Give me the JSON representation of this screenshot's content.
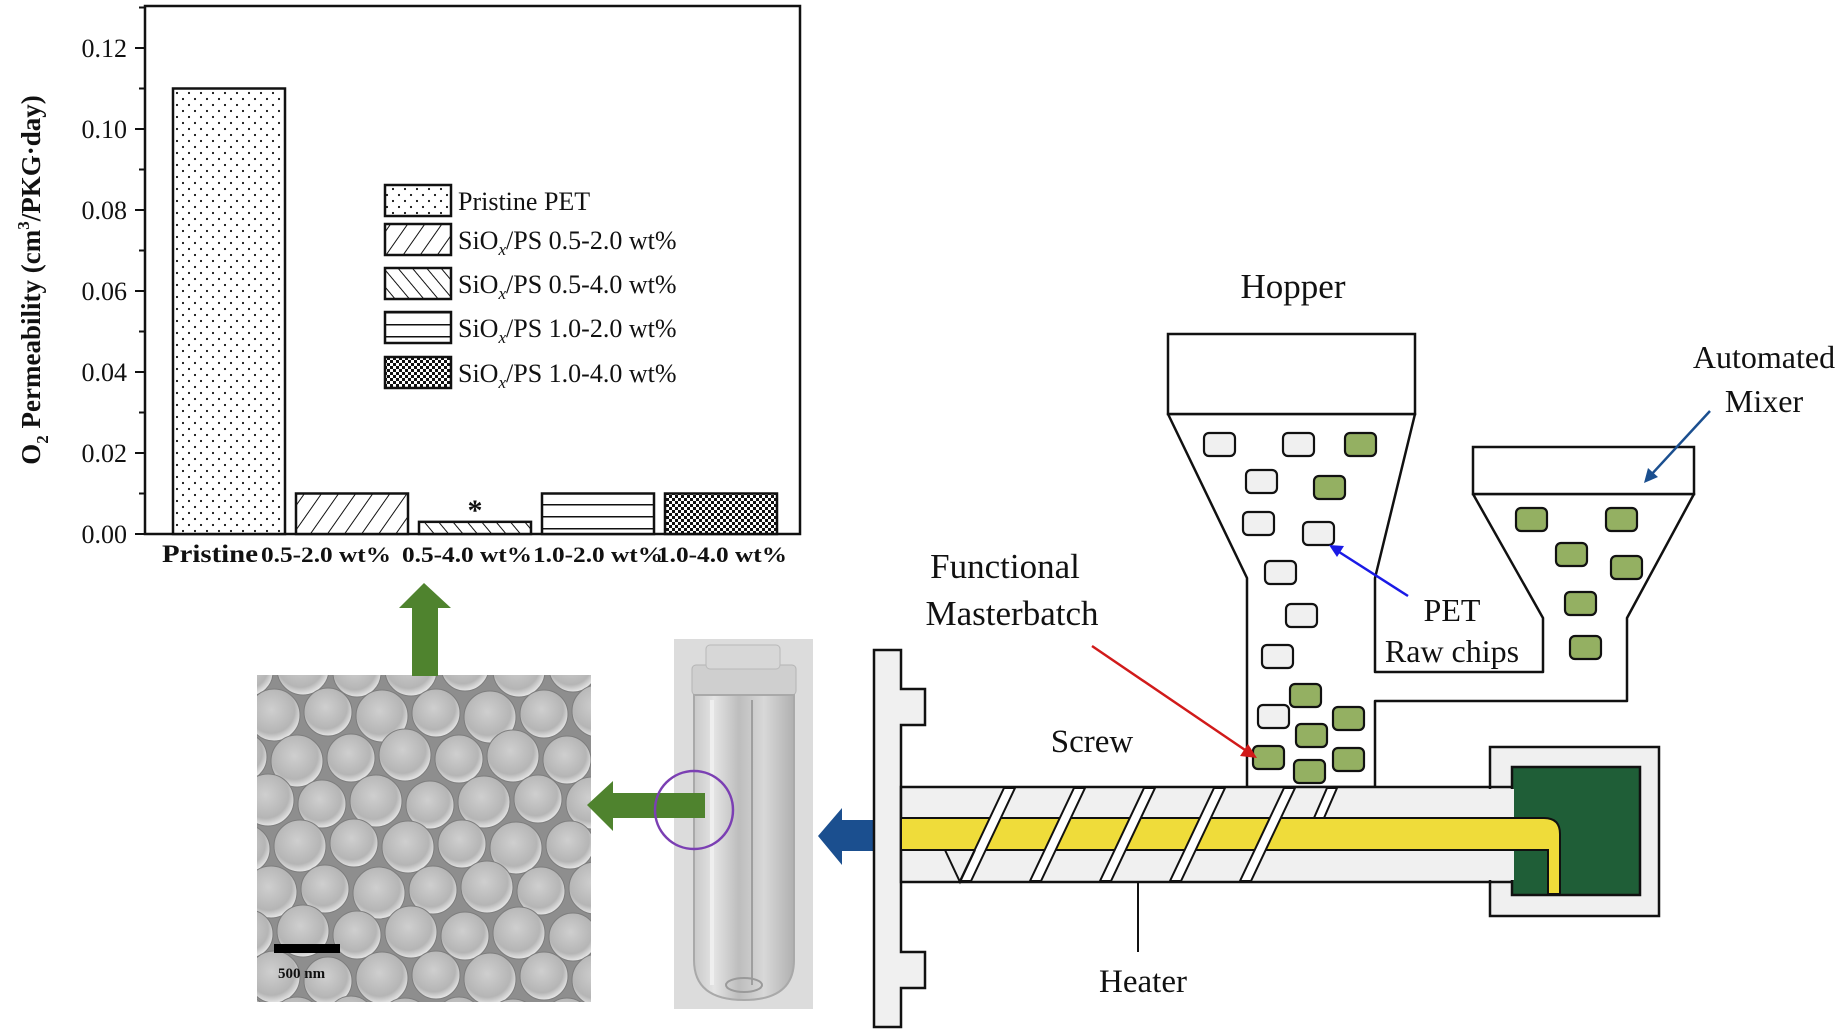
{
  "chart_data": {
    "type": "bar",
    "title": "",
    "xlabel": "",
    "ylabel": "O2 Permeability (cm3/PKG·day)",
    "ylabel_parts": {
      "o": "O",
      "o_sub": "2",
      "mid": " Permeability (cm",
      "sup": "3",
      "tail": "/PKG·day)"
    },
    "ylim": [
      0,
      0.13
    ],
    "yticks": [
      0.0,
      0.02,
      0.04,
      0.06,
      0.08,
      0.1,
      0.12
    ],
    "ytick_labels": [
      "0.00",
      "0.02",
      "0.04",
      "0.06",
      "0.08",
      "0.10",
      "0.12"
    ],
    "categories": [
      "Pristine",
      "0.5-2.0 wt%",
      "0.5-4.0 wt%",
      "1.0-2.0 wt%",
      "1.0-4.0 wt%"
    ],
    "values": [
      0.11,
      0.01,
      0.003,
      0.01,
      0.01
    ],
    "patterns": [
      "dots",
      "diag-up",
      "diag-down",
      "horizontal",
      "checker"
    ],
    "annotations": [
      {
        "category": "0.5-4.0 wt%",
        "text": "*"
      }
    ],
    "grid": false,
    "legend_position": "center-right",
    "legend": [
      {
        "pattern": "dots",
        "text": "Pristine PET",
        "pre": "Pristine PET",
        "sub": "",
        "post": ""
      },
      {
        "pattern": "diag-up",
        "text": "SiOx/PS 0.5-2.0 wt%",
        "pre": "SiO",
        "sub": "x",
        "post": "/PS 0.5-2.0 wt%"
      },
      {
        "pattern": "diag-down",
        "text": "SiOx/PS 0.5-4.0 wt%",
        "pre": "SiO",
        "sub": "x",
        "post": "/PS 0.5-4.0 wt%"
      },
      {
        "pattern": "horizontal",
        "text": "SiOx/PS 1.0-2.0 wt%",
        "pre": "SiO",
        "sub": "x",
        "post": "/PS 1.0-2.0 wt%"
      },
      {
        "pattern": "checker",
        "text": "SiOx/PS 1.0-4.0 wt%",
        "pre": "SiO",
        "sub": "x",
        "post": "/PS 1.0-4.0 wt%"
      }
    ]
  },
  "sem_image": {
    "scale_bar_label": "500 nm"
  },
  "diagram": {
    "labels": {
      "hopper": "Hopper",
      "automated_mixer_line1": "Automated",
      "automated_mixer_line2": "Mixer",
      "pet_line1": "PET",
      "pet_line2": "Raw chips",
      "functional_line1": "Functional",
      "functional_line2": "Masterbatch",
      "screw": "Screw",
      "heater": "Heater"
    }
  },
  "colors": {
    "green_arrow": "#4f832e",
    "blue_arrow": "#1b4f8f",
    "purple_circle": "#7b3fb3",
    "red_arrow": "#d11a1a",
    "pointer_blue": "#1a1ae6",
    "mixer_pointer": "#1b4f8f",
    "masterbatch_chip": "#94b062",
    "pet_chip": "#f0f0f0",
    "screw_core": "#efdc3a",
    "barrel_fill": "#f0f0f0",
    "nozzle_green": "#1f5e37"
  }
}
